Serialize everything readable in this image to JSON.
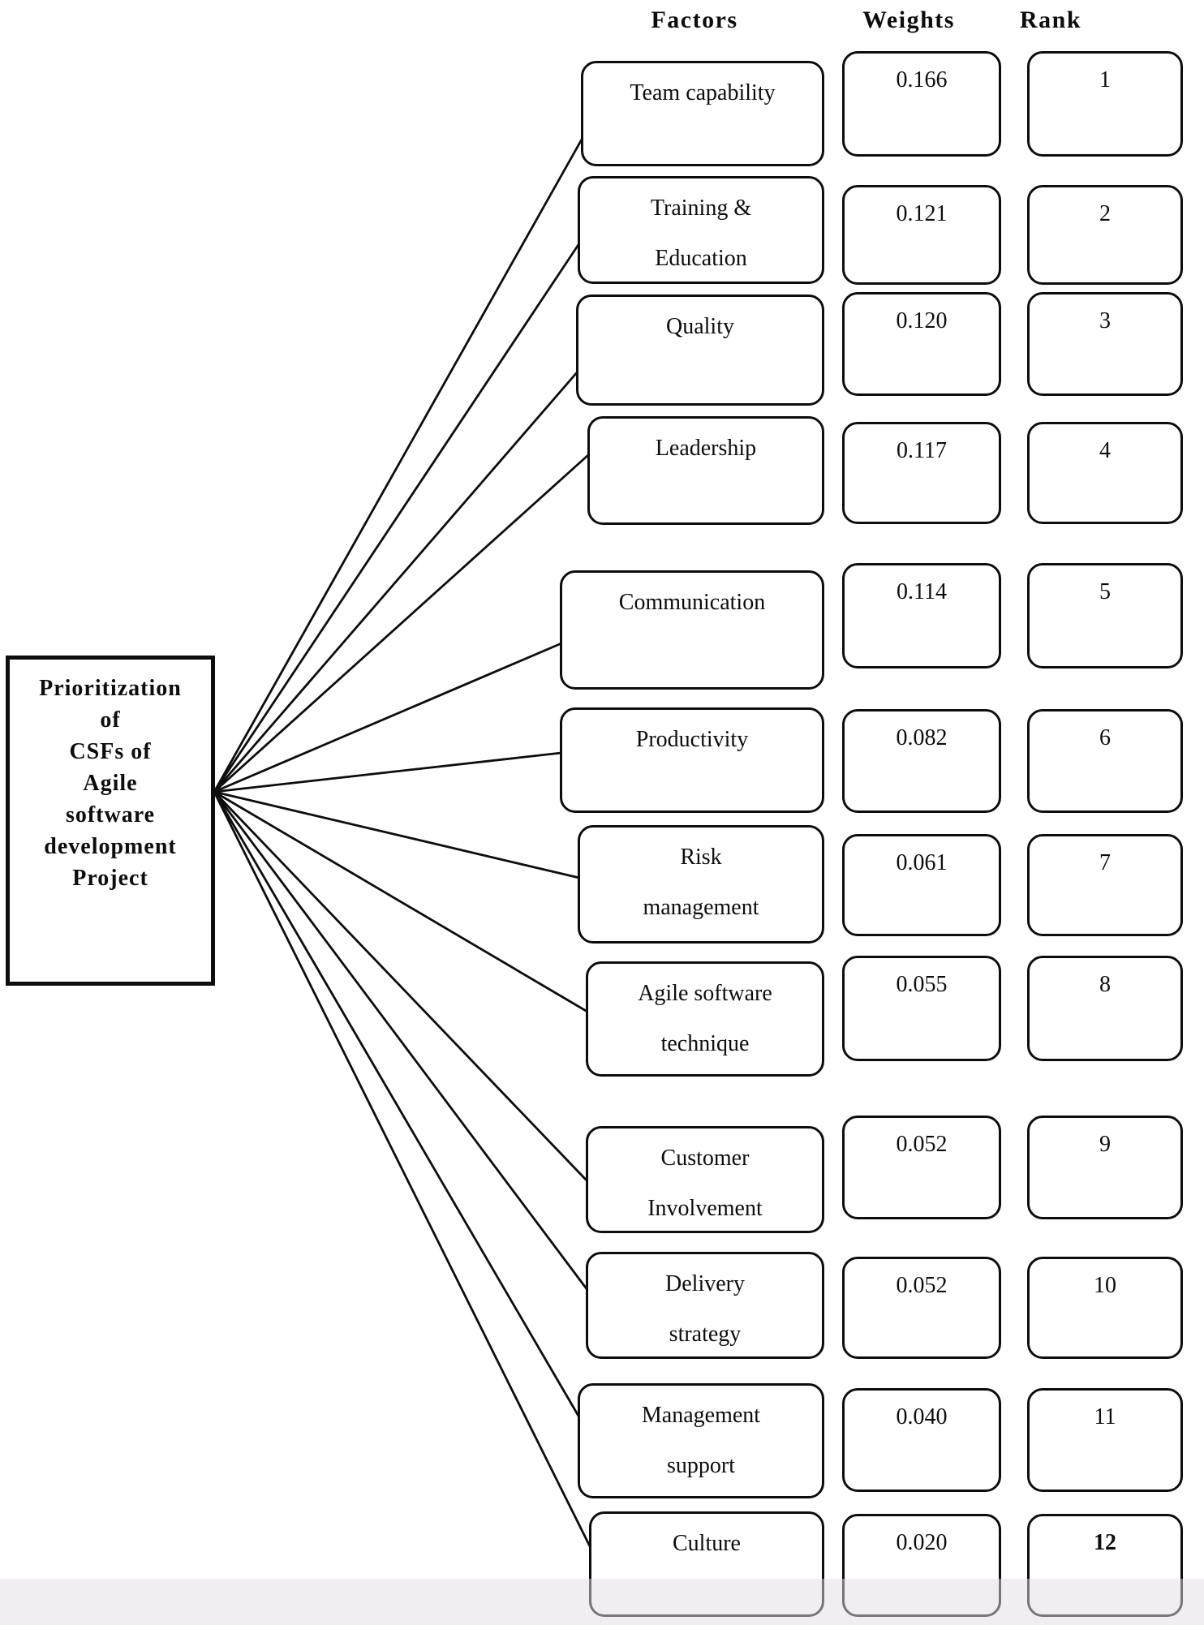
{
  "headers": {
    "factors": "Factors",
    "weights": "Weights",
    "rank": "Rank"
  },
  "root": {
    "label_lines": [
      "Prioritization",
      "of",
      "CSFs of",
      "Agile",
      "software",
      "development",
      "Project"
    ]
  },
  "rows": [
    {
      "factor_lines": [
        "Team capability"
      ],
      "weight": "0.166",
      "rank": "1",
      "rank_bold": false
    },
    {
      "factor_lines": [
        "Training &",
        "Education"
      ],
      "weight": "0.121",
      "rank": "2",
      "rank_bold": false
    },
    {
      "factor_lines": [
        "Quality"
      ],
      "weight": "0.120",
      "rank": "3",
      "rank_bold": false
    },
    {
      "factor_lines": [
        "Leadership"
      ],
      "weight": "0.117",
      "rank": "4",
      "rank_bold": false
    },
    {
      "factor_lines": [
        "Communication"
      ],
      "weight": "0.114",
      "rank": "5",
      "rank_bold": false
    },
    {
      "factor_lines": [
        "Productivity"
      ],
      "weight": "0.082",
      "rank": "6",
      "rank_bold": false
    },
    {
      "factor_lines": [
        "Risk",
        "management"
      ],
      "weight": "0.061",
      "rank": "7",
      "rank_bold": false
    },
    {
      "factor_lines": [
        "Agile software",
        "technique"
      ],
      "weight": "0.055",
      "rank": "8",
      "rank_bold": false
    },
    {
      "factor_lines": [
        "Customer",
        "Involvement"
      ],
      "weight": "0.052",
      "rank": "9",
      "rank_bold": false
    },
    {
      "factor_lines": [
        "Delivery",
        "strategy"
      ],
      "weight": "0.052",
      "rank": "10",
      "rank_bold": false
    },
    {
      "factor_lines": [
        "Management",
        "support"
      ],
      "weight": "0.040",
      "rank": "11",
      "rank_bold": false
    },
    {
      "factor_lines": [
        "Culture"
      ],
      "weight": "0.020",
      "rank": "12",
      "rank_bold": true
    }
  ],
  "colors": {
    "ink": "#0d0d0d",
    "background": "#ffffff",
    "scan_band": "#e1dee2"
  }
}
